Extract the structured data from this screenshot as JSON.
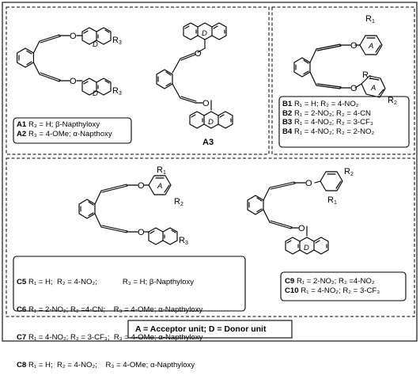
{
  "sections": {
    "a": {
      "legend": [
        {
          "id": "A1",
          "desc": "R₃ = H; β-Napthyloxy"
        },
        {
          "id": "A2",
          "desc": "R₃ = 4-OMe; α-Napthoxy"
        }
      ],
      "caption": "A3"
    },
    "b": {
      "legend": [
        {
          "id": "B1",
          "desc": "R₁ = H;  R₂ = 4-NO₂"
        },
        {
          "id": "B2",
          "desc": "R₁ = 2-NO₂;  R₂ = 4-CN"
        },
        {
          "id": "B3",
          "desc": "R₁ = 4-NO₂;  R₂ = 3-CF₃"
        },
        {
          "id": "B4",
          "desc": "R₁ = 4-NO₂;  R₂ = 2-NO₂"
        }
      ]
    },
    "c": {
      "legend": [
        {
          "id": "C5",
          "desc": "R₁ = H;  R₂ = 4-NO₂;            R₃ = H; β-Napthyloxy"
        },
        {
          "id": "C6",
          "desc": "R₁ = 2-NO₂; R₂ =4-CN;    R₃ = 4-OMe; α-Napthyloxy"
        },
        {
          "id": "C7",
          "desc": "R₁ = 4-NO₂; R₂ = 3-CF₃;  R₃ = 4-OMe; α-Napthyloxy"
        },
        {
          "id": "C8",
          "desc": "R₁ = H;  R₂ = 4-NO₂;    R₃ = 4-OMe; α-Napthyloxy"
        }
      ],
      "legend2": [
        {
          "id": "C9",
          "desc": "R₁ = 2-NO₂;  R₂ =4-NO₂"
        },
        {
          "id": "C10",
          "desc": "R₁ = 4-NO₂;  R₂ = 3-CF₃"
        }
      ]
    }
  },
  "footer": "A = Acceptor unit; D = Donor unit",
  "atoms": {
    "O": "O",
    "R1": "R",
    "R1_sub": "1",
    "R2": "R",
    "R2_sub": "2",
    "R3": "R",
    "R3_sub": "3",
    "A": "A",
    "D": "D"
  }
}
